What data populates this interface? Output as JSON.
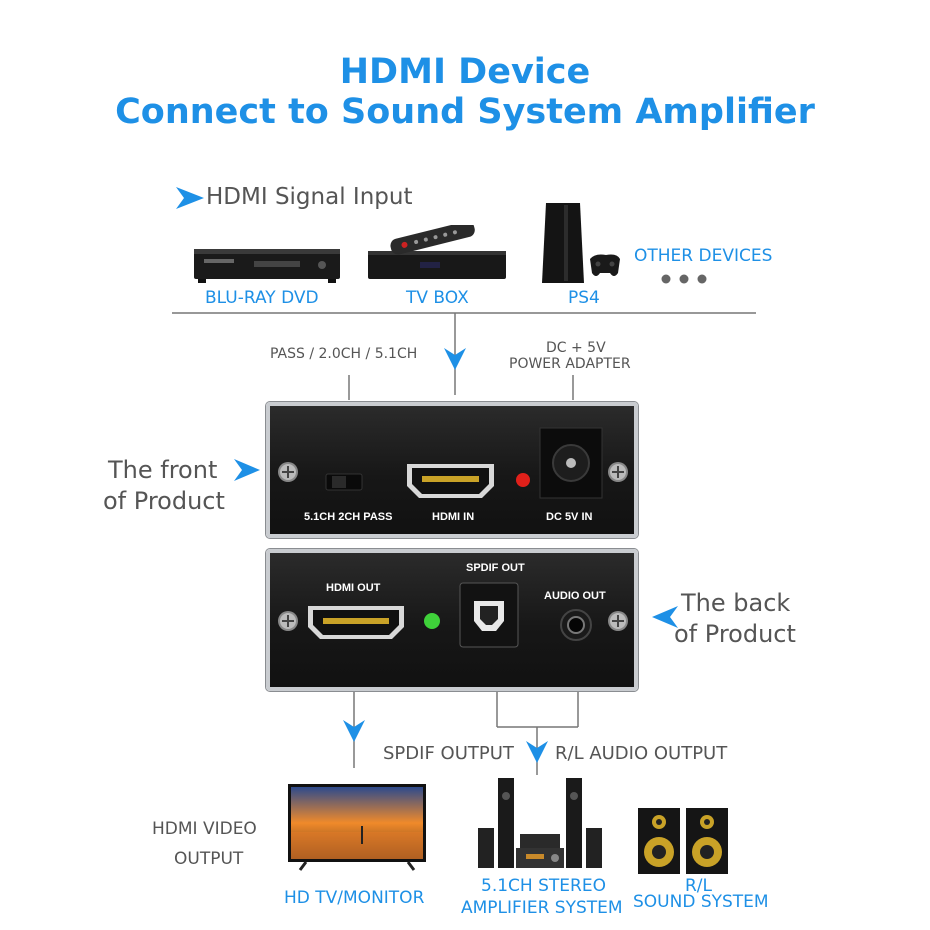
{
  "title": {
    "line1": "HDMI Device",
    "line2": "Connect to Sound System Amplifier"
  },
  "input_section": {
    "heading": "HDMI Signal Input",
    "devices": [
      "BLU-RAY DVD",
      "TV BOX",
      "PS4"
    ],
    "other_devices": "OTHER DEVICES"
  },
  "callouts": {
    "switch_modes": "PASS / 2.0CH / 5.1CH",
    "power_line1": "DC + 5V",
    "power_line2": "POWER ADAPTER"
  },
  "front": {
    "side_line1": "The front",
    "side_line2": "of Product",
    "switch_label": "5.1CH 2CH PASS",
    "hdmi_in": "HDMI IN",
    "dc_in": "DC 5V IN"
  },
  "back": {
    "side_line1": "The back",
    "side_line2": "of Product",
    "hdmi_out": "HDMI OUT",
    "spdif_out": "SPDIF OUT",
    "audio_out": "AUDIO OUT"
  },
  "outputs": {
    "spdif_output": "SPDIF OUTPUT",
    "rl_audio_output": "R/L AUDIO OUTPUT",
    "hdmi_video_line1": "HDMI VIDEO",
    "hdmi_video_line2": "OUTPUT",
    "tv_label": "HD TV/MONITOR",
    "amp_line1": "5.1CH STEREO",
    "amp_line2": "AMPLIFIER SYSTEM",
    "rl_line1": "R/L",
    "rl_line2": "SOUND SYSTEM"
  },
  "colors": {
    "accent": "#1e90e6",
    "text": "#555555",
    "led_front": "#e0201a",
    "led_back": "#3fd13a"
  }
}
